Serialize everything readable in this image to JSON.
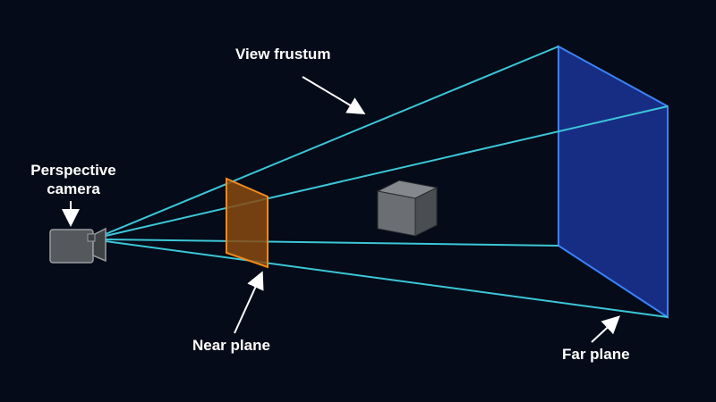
{
  "labels": {
    "view_frustum": "View frustum",
    "camera_line1": "Perspective",
    "camera_line2": "camera",
    "near_plane": "Near plane",
    "far_plane": "Far plane"
  },
  "colors": {
    "background": "#050b18",
    "frustum_edge": "#3cc6d8",
    "near_plane_stroke": "#f08a1c",
    "near_plane_fill": "#8a4a10",
    "far_plane_stroke": "#3b82f6",
    "far_plane_fill": "#1e3aa8",
    "cube": "#6b6e72",
    "camera_body": "#55585c",
    "arrow": "#ffffff",
    "label_text": "#ffffff"
  },
  "icons": {
    "camera": "video-camera-icon",
    "cube": "cube-icon"
  }
}
